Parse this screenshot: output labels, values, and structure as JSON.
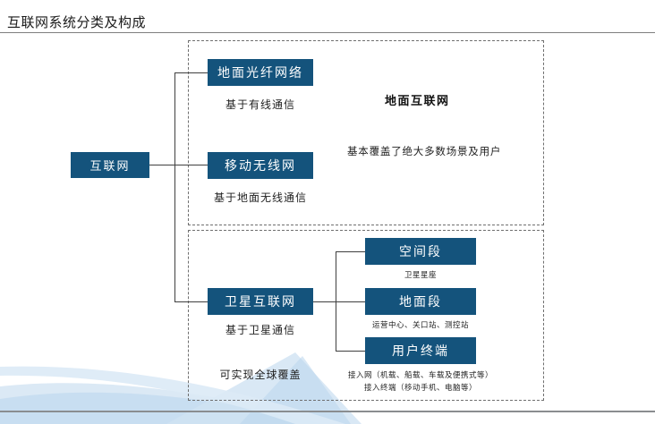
{
  "slide": {
    "title": "互联网系统分类及构成",
    "footer": ""
  },
  "diagram": {
    "root": {
      "label": "互联网"
    },
    "groups": [
      {
        "id": "terrestrial",
        "heading": "地面互联网",
        "note": "基本覆盖了绝大多数场景及用户",
        "nodes": [
          {
            "label": "地面光纤网络",
            "caption": "基于有线通信"
          },
          {
            "label": "移动无线网",
            "caption": "基于地面无线通信"
          }
        ]
      },
      {
        "id": "satellite",
        "heading": "",
        "note": "",
        "nodes": [
          {
            "label": "卫星互联网",
            "caption": "基于卫星通信",
            "caption2": "可实现全球覆盖"
          }
        ],
        "segments": [
          {
            "label": "空间段",
            "caption": "卫星星座"
          },
          {
            "label": "地面段",
            "caption": "运营中心、关口站、测控站"
          },
          {
            "label": "用户终端",
            "caption": "接入网（机载、船载、车载及便携式等）",
            "caption2": "接入终端（移动手机、电脑等）"
          }
        ]
      }
    ]
  },
  "colors": {
    "node_fill": "#14537C",
    "node_text": "#FFFFFF",
    "group_border": "#6F6F6F",
    "connector": "#3F3F3F",
    "rule": "#7F7F7F",
    "swoosh": "#C5DCEF"
  }
}
